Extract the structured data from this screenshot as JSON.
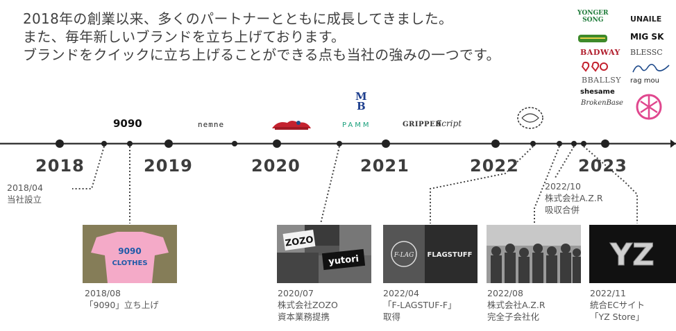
{
  "intro": {
    "line1": "2018年の創業以来、多くのパートナーとともに成長してきました。",
    "line2": "また、毎年新しいブランドを立ち上げております。",
    "line3": "ブランドをクイックに立ち上げることができる点も当社の強みの一つです。"
  },
  "brands": {
    "b9090": "9090",
    "nemne": "nemne",
    "pamm": "PAMM",
    "ms_top": "M",
    "ms_bottom": "B",
    "gripper": "GRIPPER",
    "script1": "Script",
    "yaso_line1": "YONGER",
    "yaso_line2": "SONG",
    "badway": "BADWAY",
    "bballsy": "BBALLSY",
    "shesame": "shesame",
    "brokenbase": "BrokenBase",
    "unailed": "UNAILE",
    "migi": "MIG SK",
    "bless": "BLESSC",
    "ragmou": "rag mou"
  },
  "timeline": {
    "years": [
      "2018",
      "2019",
      "2020",
      "2021",
      "2022",
      "2023"
    ]
  },
  "events": [
    {
      "date": "2018/04",
      "desc": "当社設立"
    },
    {
      "date": "2018/08",
      "desc": "「9090」立ち上げ"
    },
    {
      "date": "2020/07",
      "desc": "株式会社ZOZO",
      "desc2": "資本業務提携"
    },
    {
      "date": "2022/04",
      "desc": "「F-LAGSTUF-F」",
      "desc2": "取得"
    },
    {
      "date": "2022/08",
      "desc": "株式会社A.Z.R",
      "desc2": "完全子会社化"
    },
    {
      "date": "2022/10",
      "desc": "株式会社A.Z.R",
      "desc2": "吸収合併"
    },
    {
      "date": "2022/11",
      "desc": "統合ECサイト",
      "desc2": "「YZ Store」"
    }
  ],
  "photos": {
    "tshirt": "9090 t-shirt photo",
    "zozo_word": "ZOZO",
    "yutori_word": "yutori",
    "flag_word": "FLAGSTUFF",
    "yz_word": "YZ"
  },
  "colors": {
    "line": "#3a3a3a",
    "dot": "#222222",
    "text": "#555555",
    "tshirt": "#f4aac8"
  }
}
